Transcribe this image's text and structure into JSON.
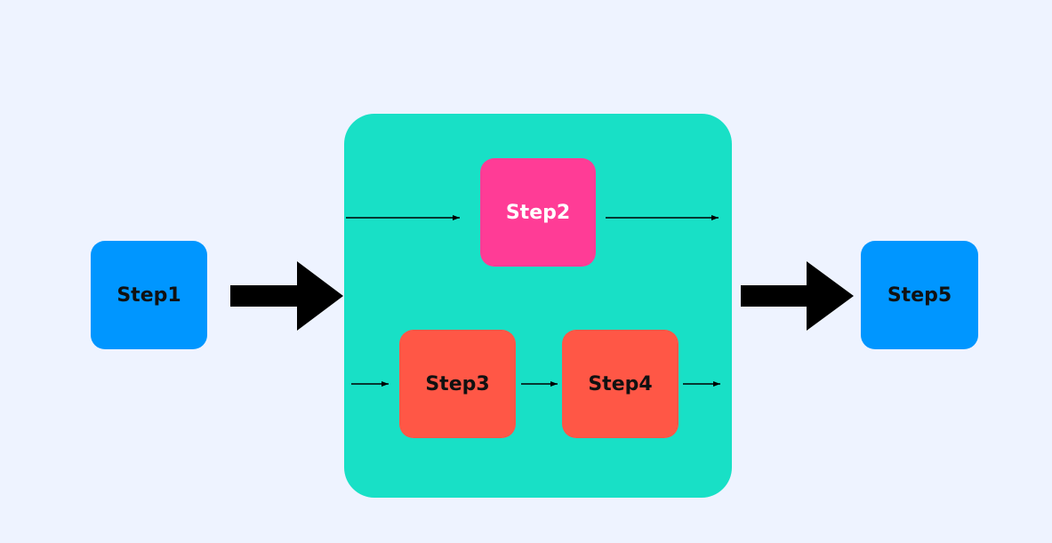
{
  "colors": {
    "background": "#eef3ff",
    "group": "#18e0c6",
    "blue_step": "#0096ff",
    "pink_step": "#ff3c96",
    "red_step": "#ff5746",
    "dark_text": "#111111",
    "light_text": "#ffffff",
    "arrow": "#000000"
  },
  "steps": {
    "step1": "Step1",
    "step2": "Step2",
    "step3": "Step3",
    "step4": "Step4",
    "step5": "Step5"
  }
}
